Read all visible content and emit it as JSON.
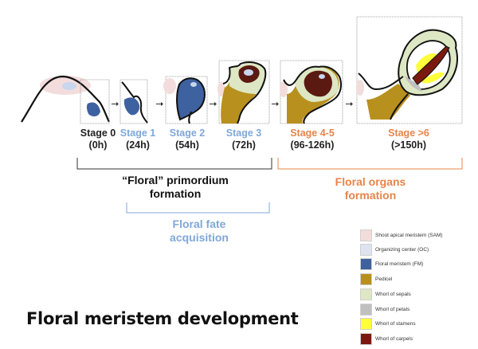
{
  "title": "Floral meristem development",
  "stages": [
    {
      "name": "Stage 0",
      "time": "(0h)",
      "color": "#222222"
    },
    {
      "name": "Stage 1",
      "time": "(24h)",
      "color": "#7fa7d9"
    },
    {
      "name": "Stage 2",
      "time": "(54h)",
      "color": "#7fa7d9"
    },
    {
      "name": "Stage 3",
      "time": "(72h)",
      "color": "#7fa7d9"
    },
    {
      "name": "Stage 4-5",
      "time": "(96-126h)",
      "color": "#e8844a"
    },
    {
      "name": "Stage >6",
      "time": "(>150h)",
      "color": "#e8844a"
    }
  ],
  "brackets": {
    "primordium": {
      "line1": "“Floral” primordium",
      "line2": "formation",
      "color": "#111111"
    },
    "fate": {
      "line1": "Floral fate",
      "line2": "acquisition",
      "color": "#7fa7d9"
    },
    "organs": {
      "line1": "Floral organs",
      "line2": "formation",
      "color": "#e8844a"
    }
  },
  "legend": [
    {
      "label": "Shoot apical meristem (SAM)",
      "color": "#f3dcdc"
    },
    {
      "label": "Organizing center (OC)",
      "color": "#dde4ef"
    },
    {
      "label": "Floral meristem (FM)",
      "color": "#3e61a0"
    },
    {
      "label": "Pedicel",
      "color": "#b8901e"
    },
    {
      "label": "Whorl of sepals",
      "color": "#dde7c3"
    },
    {
      "label": "Whorl of petals",
      "color": "#c0c0c0"
    },
    {
      "label": "Whorl of stamens",
      "color": "#ffff3a"
    },
    {
      "label": "Whorl of carpels",
      "color": "#7a1a0e"
    }
  ]
}
